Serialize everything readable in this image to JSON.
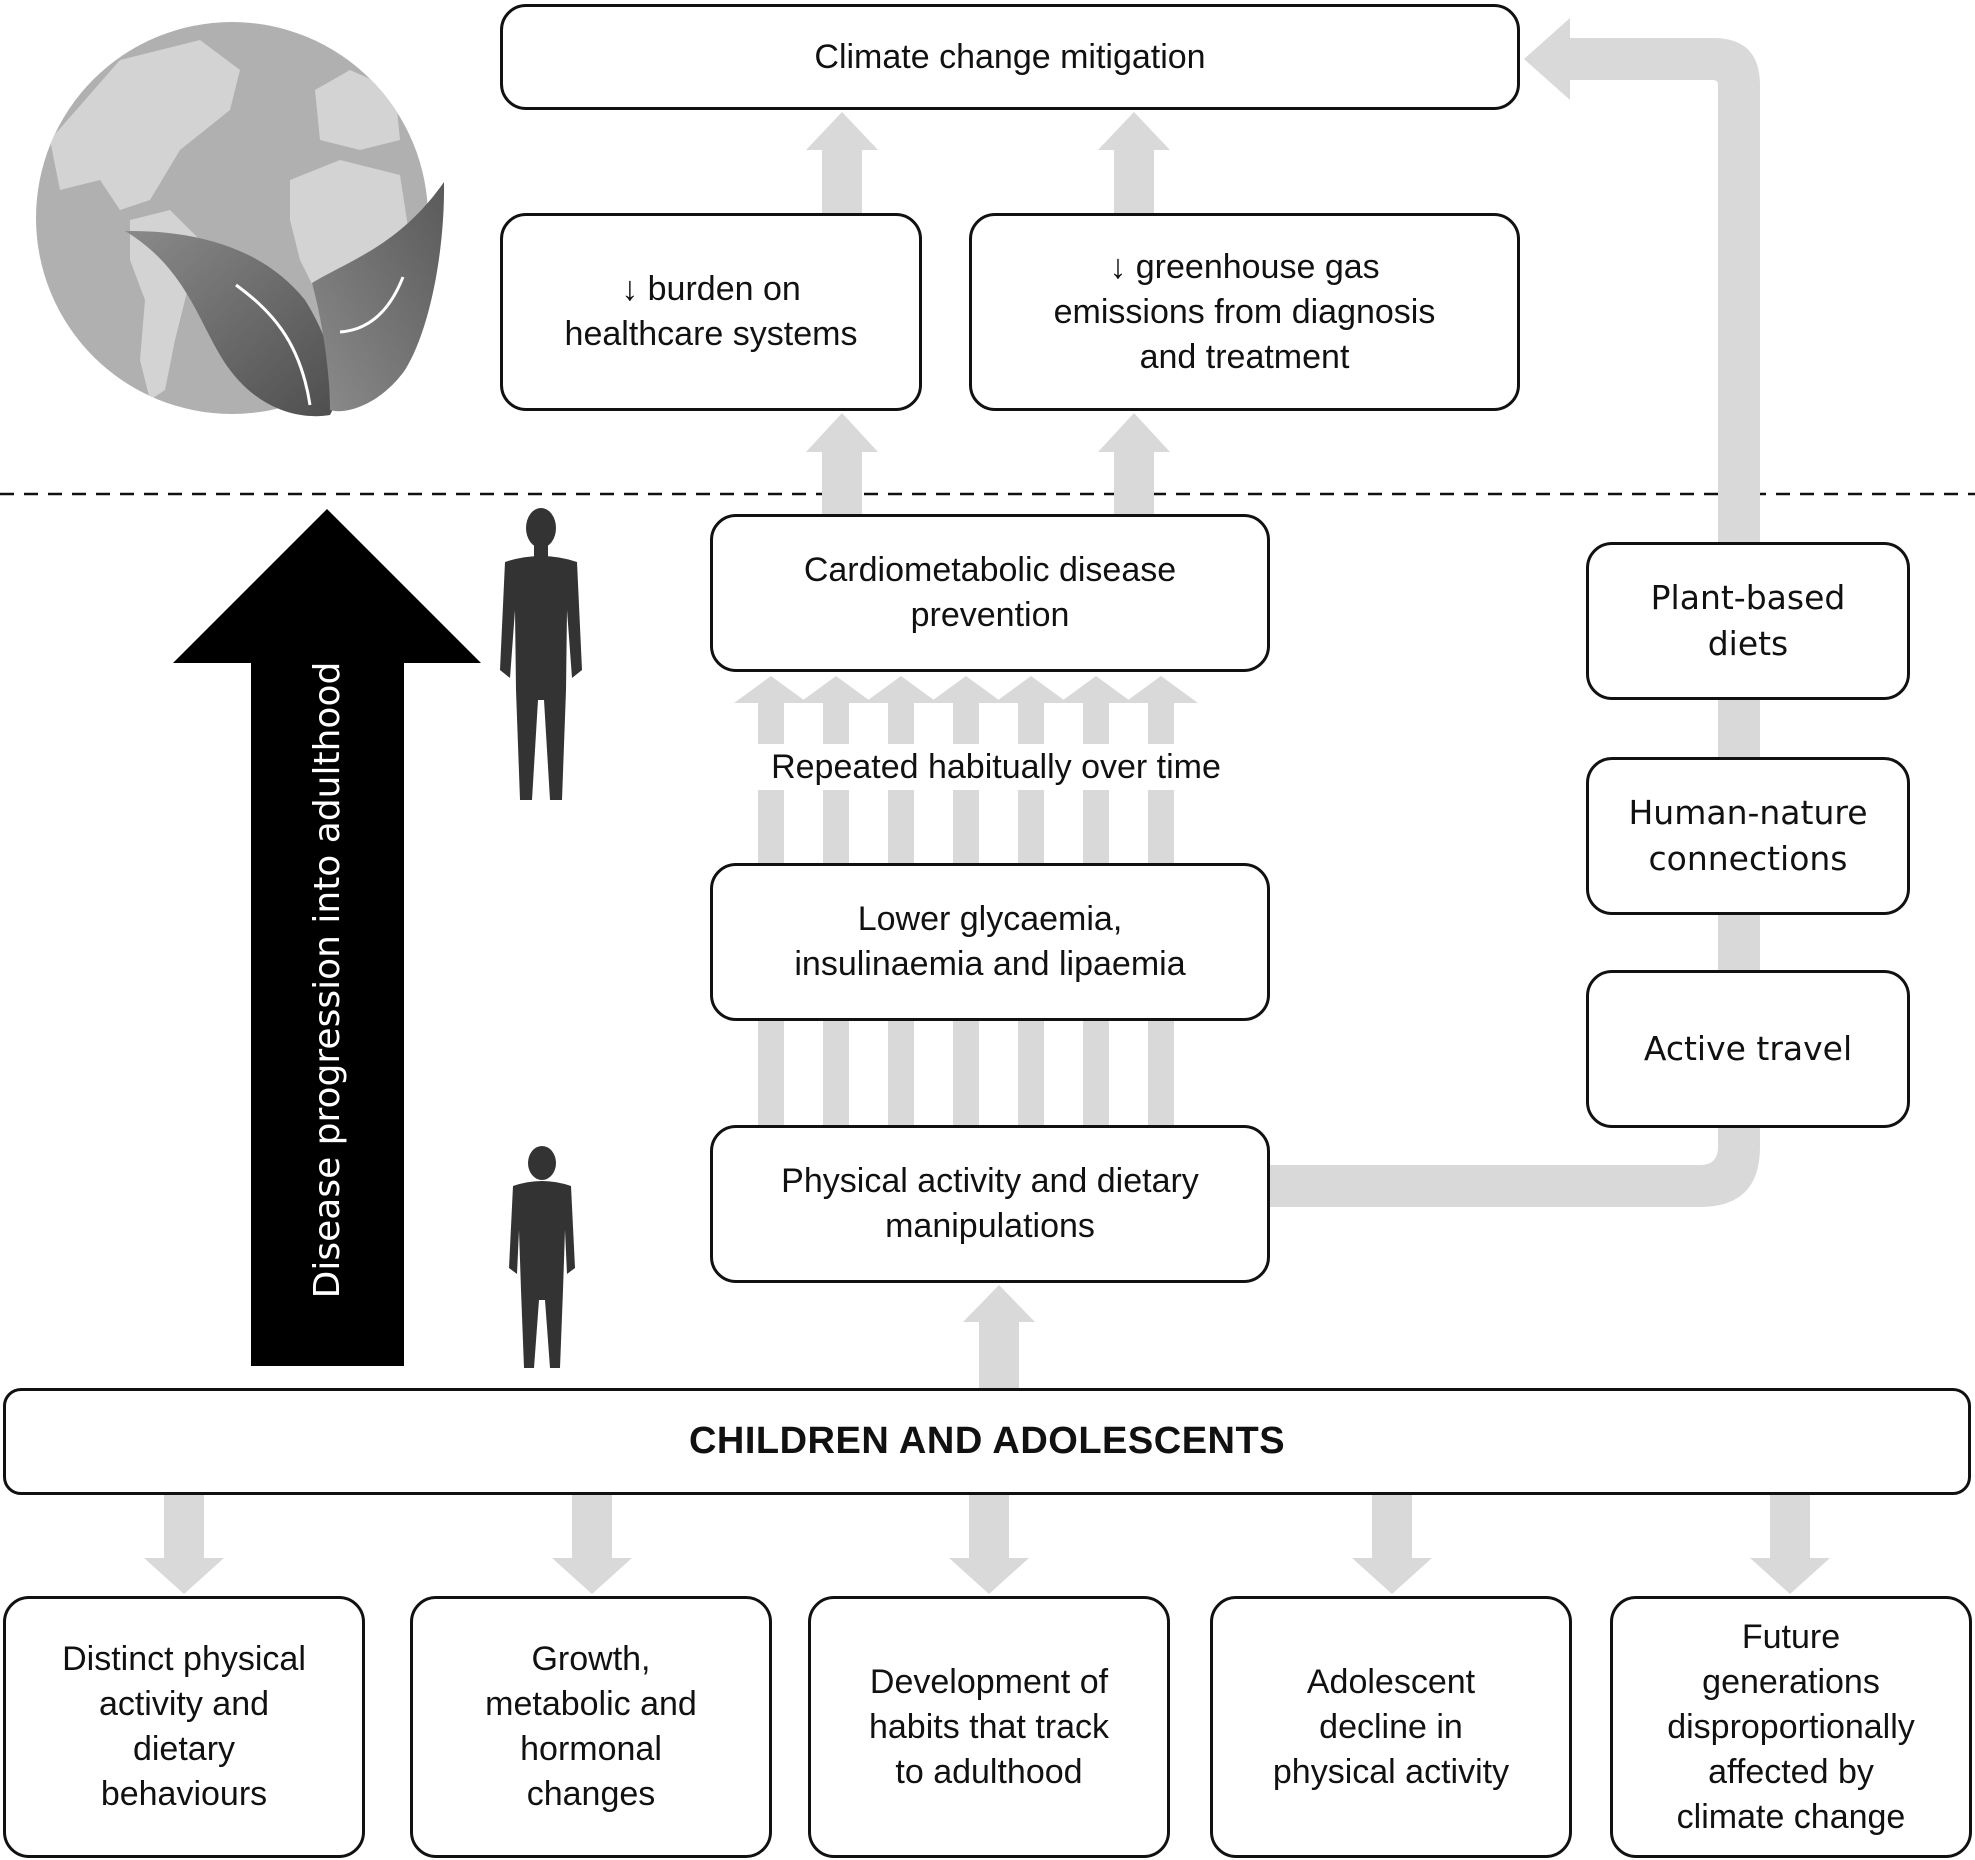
{
  "colors": {
    "arrow_gray": "#d9d9d9",
    "box_border": "#111111",
    "progression_arrow": "#000000",
    "silhouette": "#333333",
    "globe_ocean": "#b0b0b0",
    "globe_land": "#d3d3d3",
    "leaf": "#666666"
  },
  "illustrations": {
    "globe": "globe-with-leaves-icon",
    "adult": "adult-silhouette-icon",
    "child": "child-silhouette-icon"
  },
  "top": {
    "mitigation": "Climate change mitigation",
    "healthcare": [
      "↓ burden on",
      "healthcare systems"
    ],
    "emissions": [
      "↓ greenhouse gas",
      "emissions from diagnosis",
      "and treatment"
    ]
  },
  "middle": {
    "prevention": [
      "Cardiometabolic disease",
      "prevention"
    ],
    "repeated_label": "Repeated habitually over time",
    "glycaemia": [
      "Lower glycaemia,",
      "insulinaemia and lipaemia"
    ],
    "manipulations": [
      "Physical activity and dietary",
      "manipulations"
    ],
    "progression_label": "Disease progression into adulthood"
  },
  "right": {
    "items": [
      "Plant-based diets",
      "Human-nature connections",
      "Active travel"
    ],
    "plant": [
      "Plant-based",
      "diets"
    ],
    "nature": [
      "Human-nature",
      "connections"
    ],
    "travel": [
      "Active travel"
    ]
  },
  "base": {
    "title": "CHILDREN AND ADOLESCENTS"
  },
  "bottom": {
    "b1": [
      "Distinct physical",
      "activity and",
      "dietary",
      "behaviours"
    ],
    "b2": [
      "Growth,",
      "metabolic and",
      "hormonal",
      "changes"
    ],
    "b3": [
      "Development of",
      "habits that track",
      "to adulthood"
    ],
    "b4": [
      "Adolescent",
      "decline in",
      "physical activity"
    ],
    "b5": [
      "Future",
      "generations",
      "disproportionally",
      "affected by",
      "climate change"
    ]
  }
}
